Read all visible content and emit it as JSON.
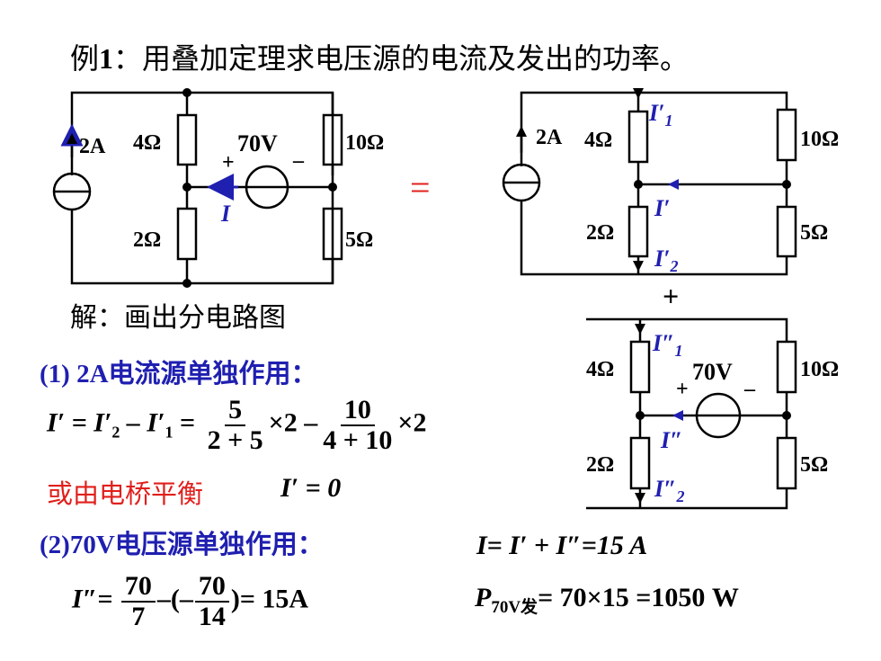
{
  "title_prefix": "例",
  "title_num": "1",
  "title_text": "：用叠加定理求电压源的电流及发出的功率。",
  "equals_sign": "=",
  "plus_sign": "+",
  "solution_label": "解：画出分电路图",
  "step1_num": "(1) 2A",
  "step1_text": "电流源单独作用：",
  "step2_num": "(2)70V",
  "step2_text": "电压源单独作用：",
  "alt_text": "或由电桥平衡",
  "alt_result": "I′ = 0",
  "eq1": {
    "lhs": "I′ = I′",
    "sub2": "2",
    "minus": " – I′",
    "sub1": "1",
    "eq": " = ",
    "f1n": "5",
    "f1d": "2 + 5",
    "times2a": "×2 –",
    "f2n": "10",
    "f2d": "4 + 10",
    "times2b": "×2"
  },
  "eq2": {
    "lhs": "I″= ",
    "f1n": "70",
    "f1d": "7",
    "mid": "–(–",
    "f2n": "70",
    "f2d": "14",
    "rhs": ")= 15A"
  },
  "sum_eq": "I= I′ + I″=15 A",
  "power_eq": {
    "P": "P",
    "sub": "70V发",
    "rhs": "= 70×15 =1050 W"
  },
  "circuits": {
    "main": {
      "source": "2A",
      "r4": "4Ω",
      "r2": "2Ω",
      "r10": "10Ω",
      "r5": "5Ω",
      "vs": "70V",
      "plus": "+",
      "minus": "–",
      "current": "I"
    },
    "sub1": {
      "source": "2A",
      "r4": "4Ω",
      "r2": "2Ω",
      "r10": "10Ω",
      "r5": "5Ω",
      "i1": "I′",
      "i1sub": "1",
      "i": "I′",
      "i2": "I′",
      "i2sub": "2"
    },
    "sub2": {
      "r4": "4Ω",
      "r2": "2Ω",
      "r10": "10Ω",
      "r5": "5Ω",
      "vs": "70V",
      "plus": "+",
      "minus": "–",
      "i1": "I″",
      "i1sub": "1",
      "i": "I″",
      "i2": "I″",
      "i2sub": "2"
    }
  },
  "colors": {
    "blue": "#1f1fb0",
    "red": "#e0201c",
    "black": "#000000",
    "eq_red": "#e0201c"
  }
}
